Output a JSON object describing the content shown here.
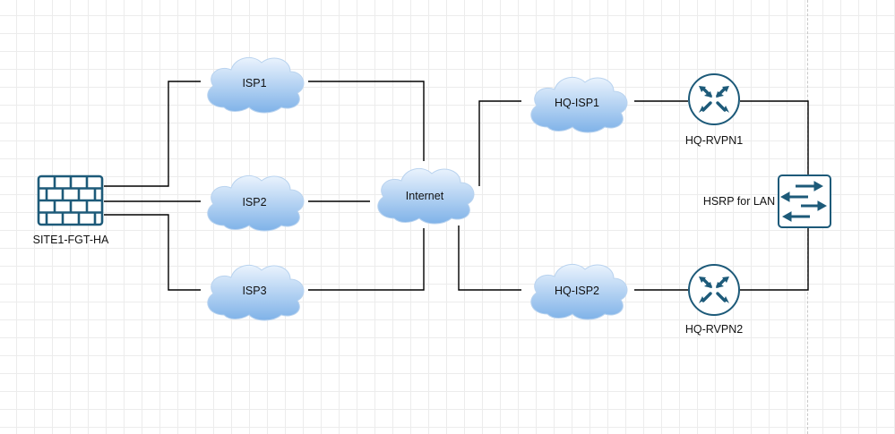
{
  "nodes": {
    "firewall": {
      "label": "SITE1-FGT-HA",
      "icon": "firewall-icon"
    },
    "isp1": {
      "label": "ISP1",
      "icon": "cloud-icon"
    },
    "isp2": {
      "label": "ISP2",
      "icon": "cloud-icon"
    },
    "isp3": {
      "label": "ISP3",
      "icon": "cloud-icon"
    },
    "internet": {
      "label": "Internet",
      "icon": "cloud-icon"
    },
    "hq_isp1": {
      "label": "HQ-ISP1",
      "icon": "cloud-icon"
    },
    "hq_isp2": {
      "label": "HQ-ISP2",
      "icon": "cloud-icon"
    },
    "hq_rvpn1": {
      "label": "HQ-RVPN1",
      "icon": "router-icon"
    },
    "hq_rvpn2": {
      "label": "HQ-RVPN2",
      "icon": "router-icon"
    },
    "lan_switch": {
      "label": "HSRP for LAN",
      "icon": "switch-icon"
    }
  },
  "connections": [
    [
      "firewall",
      "isp1"
    ],
    [
      "firewall",
      "isp2"
    ],
    [
      "firewall",
      "isp3"
    ],
    [
      "isp1",
      "internet"
    ],
    [
      "isp2",
      "internet"
    ],
    [
      "isp3",
      "internet"
    ],
    [
      "internet",
      "hq_isp1"
    ],
    [
      "internet",
      "hq_isp2"
    ],
    [
      "hq_isp1",
      "hq_rvpn1"
    ],
    [
      "hq_isp2",
      "hq_rvpn2"
    ],
    [
      "hq_rvpn1",
      "lan_switch"
    ],
    [
      "hq_rvpn2",
      "lan_switch"
    ]
  ],
  "colors": {
    "icon_stroke": "#1d5a79",
    "cloud_light": "#eaf3fd",
    "cloud_dark": "#7fb2e8",
    "connector": "#000000",
    "grid": "#ececec"
  }
}
